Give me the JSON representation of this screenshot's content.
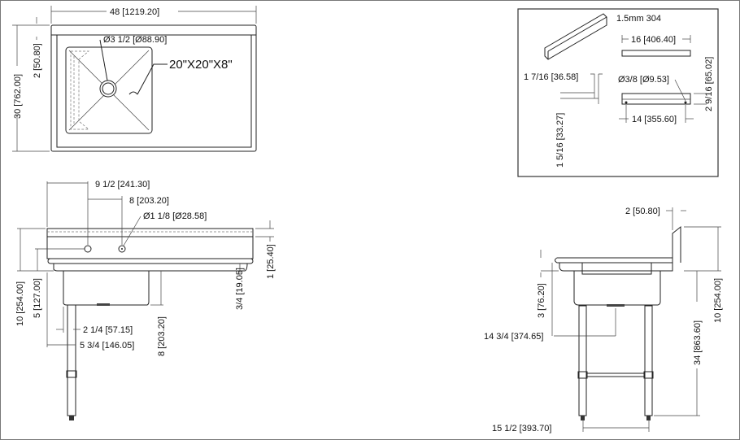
{
  "top_view": {
    "width_dim": "48 [1219.20]",
    "depth_dim": "30 [762.00]",
    "backsplash_dim": "2 [50.80]",
    "drain_dim": "Ø3 1/2 [Ø88.90]",
    "bowl_size": "20\"X20\"X8\""
  },
  "detail_inset": {
    "material": "1.5mm 304",
    "length_top": "16 [406.40]",
    "height_dim": "2 9/16 [65.02]",
    "flange_width": "1 7/16 [36.58]",
    "hole_dim": "Ø3/8 [Ø9.53]",
    "hole_spacing": "14 [355.60]",
    "flange_height": "1 5/16 [33.27]"
  },
  "front_view": {
    "faucet_offset": "9 1/2 [241.30]",
    "faucet_spacing": "8 [203.20]",
    "faucet_hole": "Ø1 1/8 [Ø28.58]",
    "backsplash_height": "10 [254.00]",
    "hole_height": "5 [127.00]",
    "bowl_offset": "2 1/4 [57.15]",
    "leg_offset": "5 3/4 [146.05]",
    "bowl_depth": "8 [203.20]",
    "rim_height": "3/4 [19.05]",
    "top_band": "1 [25.40]"
  },
  "side_view": {
    "splash_offset": "2 [50.80]",
    "splash_height": "10 [254.00]",
    "work_height": "34 [863.60]",
    "apron_height": "3 [76.20]",
    "drain_position": "14 3/4 [374.65]",
    "leg_spacing": "15 1/2 [393.70]"
  }
}
